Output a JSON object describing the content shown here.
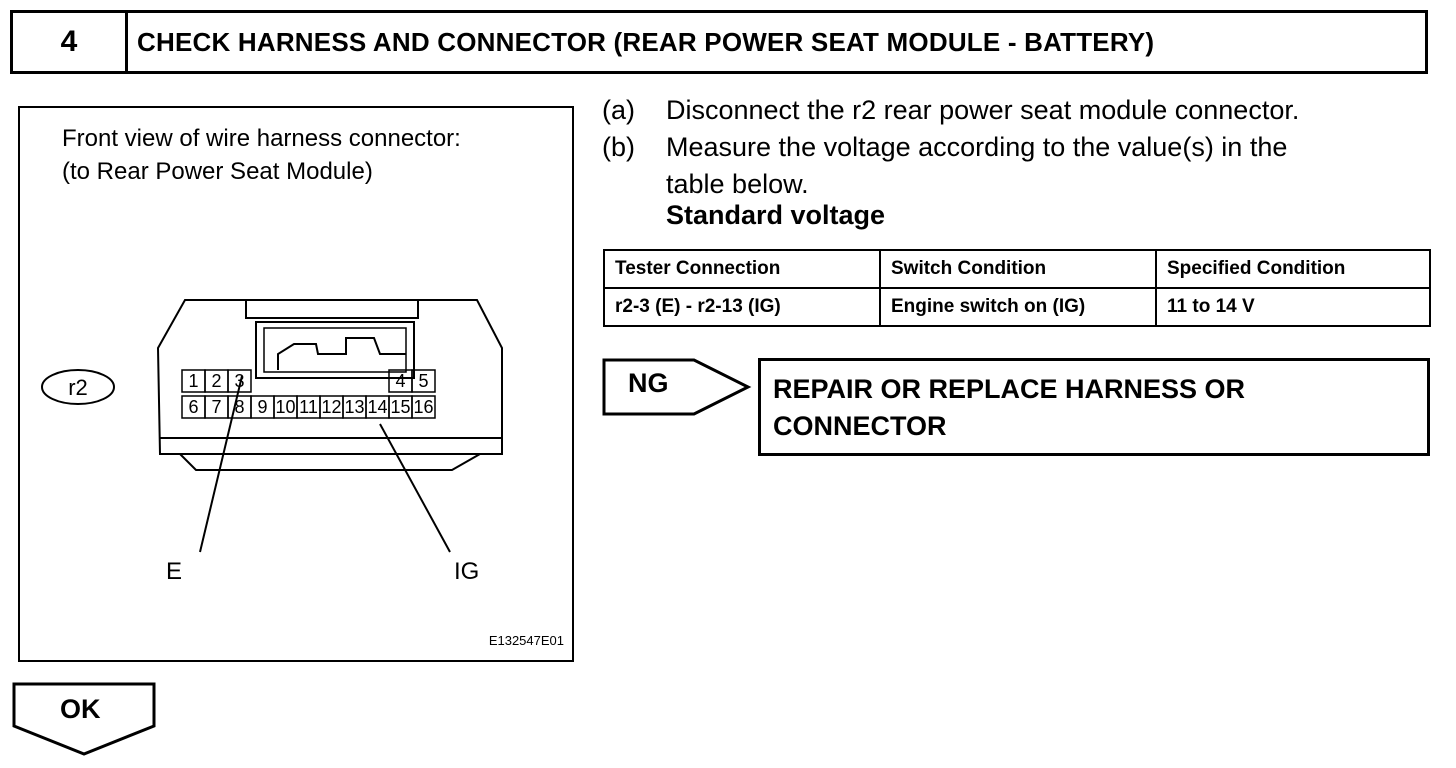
{
  "step": {
    "number": "4",
    "title": "CHECK HARNESS AND CONNECTOR (REAR POWER SEAT MODULE - BATTERY)"
  },
  "figure": {
    "caption_line1": "Front view of wire harness connector:",
    "caption_line2": "(to Rear Power Seat Module)",
    "connector_id": "r2",
    "pins_top_left": [
      "1",
      "2",
      "3"
    ],
    "pins_top_right": [
      "4",
      "5"
    ],
    "pins_bottom": [
      "6",
      "7",
      "8",
      "9",
      "10",
      "11",
      "12",
      "13",
      "14",
      "15",
      "16"
    ],
    "label_e": "E",
    "label_ig": "IG",
    "figure_id": "E132547E01"
  },
  "instructions": [
    {
      "letter": "(a)",
      "lines": [
        "Disconnect the r2 rear power seat module connector."
      ]
    },
    {
      "letter": "(b)",
      "lines": [
        "Measure the voltage according to the value(s) in the",
        "table below."
      ]
    }
  ],
  "standard_voltage": "Standard voltage",
  "table": {
    "headers": [
      "Tester Connection",
      "Switch Condition",
      "Specified Condition"
    ],
    "rows": [
      [
        "r2-3 (E) - r2-13 (IG)",
        "Engine switch on (IG)",
        "11 to 14 V"
      ]
    ]
  },
  "ng": {
    "label": "NG",
    "line1": "REPAIR OR REPLACE HARNESS OR",
    "line2": "CONNECTOR"
  },
  "ok": {
    "label": "OK"
  }
}
